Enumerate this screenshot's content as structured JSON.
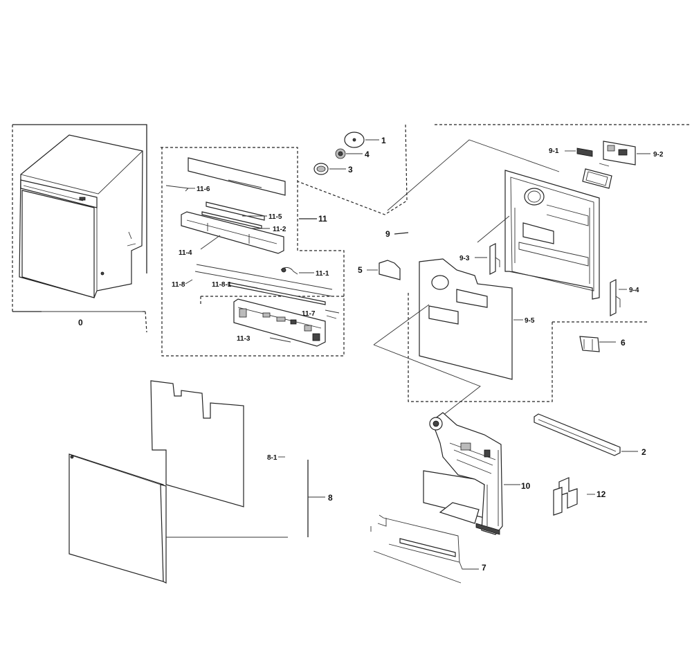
{
  "labels": {
    "l0": "0",
    "l1": "1",
    "l2": "2",
    "l3": "3",
    "l4": "4",
    "l5": "5",
    "l6": "6",
    "l7": "7",
    "l8": "8",
    "l8_1": "8-1",
    "l9": "9",
    "l9_1": "9-1",
    "l9_2": "9-2",
    "l9_3": "9-3",
    "l9_4": "9-4",
    "l9_5": "9-5",
    "l10": "10",
    "l11": "11",
    "l11_1": "11-1",
    "l11_2": "11-2",
    "l11_3": "11-3",
    "l11_4": "11-4",
    "l11_5": "11-5",
    "l11_6": "11-6",
    "l11_7": "11-7",
    "l11_8": "11-8",
    "l11_8_1": "11-8-1",
    "l12": "12"
  }
}
